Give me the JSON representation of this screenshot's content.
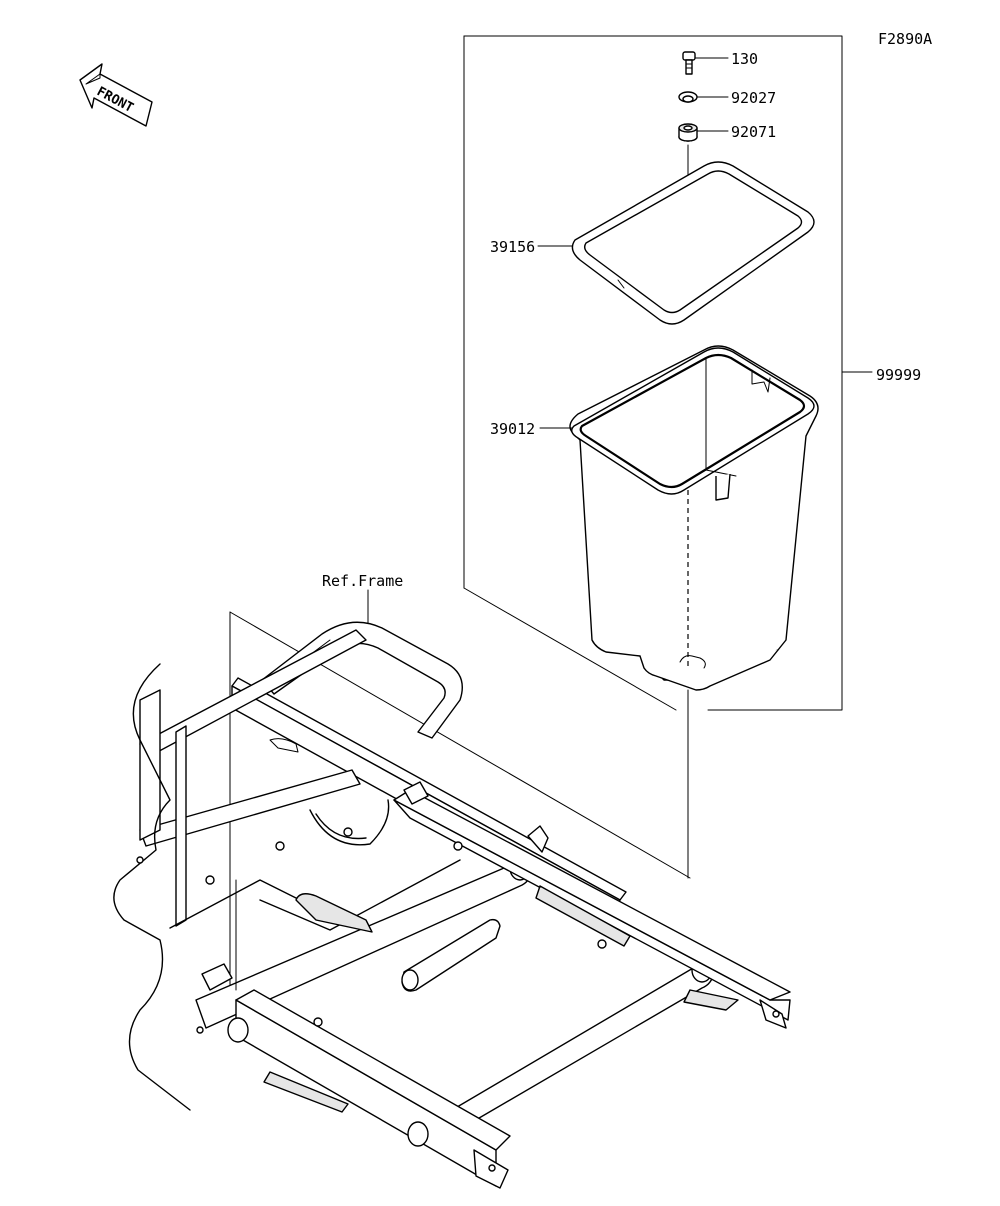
{
  "figure_code": "F2890A",
  "front_arrow": {
    "text": "FRONT",
    "icon": "front-direction-arrow-icon"
  },
  "reference_label": "Ref.Frame",
  "callouts": {
    "bolt": "130",
    "washer": "92027",
    "grommet": "92071",
    "seal": "39156",
    "storage_box": "39012",
    "assembly": "99999"
  }
}
